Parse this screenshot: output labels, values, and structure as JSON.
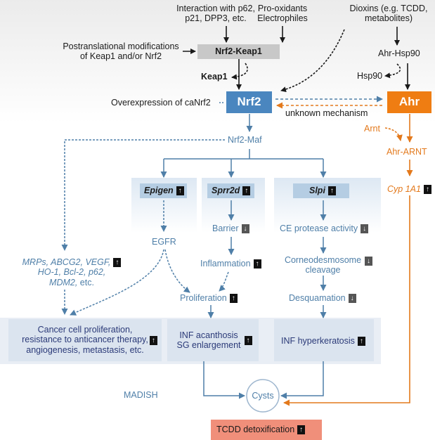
{
  "colors": {
    "blue": "#4f7fa8",
    "orange": "#e3791c",
    "nrf2_box": "#4a86bf",
    "ahr_box": "#ef7d12",
    "keap_box": "#c8c8c8",
    "gene_box": "#b5cde3",
    "panel": "#e9eef5",
    "tcdd_box": "#f08f7a"
  },
  "top": {
    "interaction": "Interaction with p62,\np21, DPP3, etc.",
    "prooxidants": "Pro-oxidants\nElectrophiles",
    "dioxins": "Dioxins (e.g. TCDD,\nmetabolites)",
    "ptm": "Postranslational modifications\nof Keap1 and/or Nrf2",
    "nrf2_keap1": "Nrf2-Keap1",
    "keap1": "Keap1",
    "ahr_hsp90": "Ahr-Hsp90",
    "hsp90": "Hsp90"
  },
  "middle": {
    "overexpression": "Overexpression of caNrf2",
    "nrf2": "Nrf2",
    "ahr": "Ahr",
    "unknown": "unknown mechanism",
    "nrf2_maf": "Nrf2-Maf",
    "arnt": "Arnt",
    "ahr_arnt": "Ahr-ARNT",
    "cyp": "Cyp 1A1"
  },
  "genes": {
    "epigen": "Epigen",
    "sprr2d": "Sprr2d",
    "slpi": "Slpi"
  },
  "pathways": {
    "egfr": "EGFR",
    "barrier": "Barrier",
    "inflammation": "Inflammation",
    "proliferation": "Proliferation",
    "ce_protease": "CE protease activity",
    "corneo": "Corneodesmosome\ncleavage",
    "desquamation": "Desquamation",
    "mrps_line1": "MRPs, ABCG2, VEGF,",
    "mrps_line2": "HO-1, Bcl-2, p62,",
    "mrps_line3": "MDM2,",
    "mrps_etc": "etc."
  },
  "outcomes": {
    "cancer": "Cancer cell proliferation,\nresistance to anticancer therapy,\nangiogenesis, metastasis, etc.",
    "inf_acanthosis": "INF acanthosis\nSG enlargement",
    "inf_hyper": "INF hyperkeratosis",
    "madish": "MADISH",
    "cysts": "Cysts",
    "tcdd": "TCDD detoxification"
  },
  "symbols": {
    "up": "↑",
    "down": "↓"
  }
}
